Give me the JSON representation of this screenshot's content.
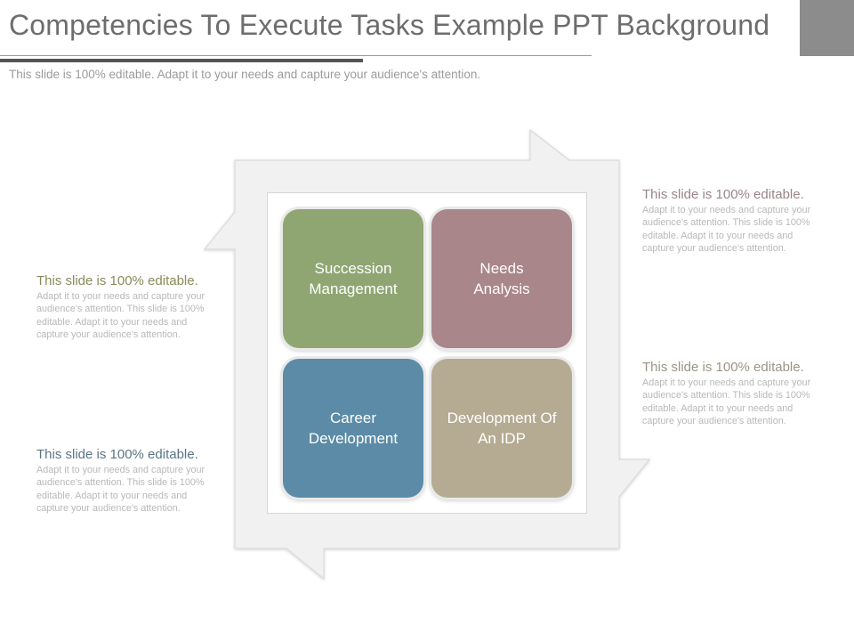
{
  "header": {
    "title": "Competencies To Execute Tasks Example PPT Background",
    "subtitle": "This slide is 100% editable. Adapt it to your needs and capture your audience's attention."
  },
  "tiles": [
    {
      "label": "Succession Management",
      "color": "#8fa673"
    },
    {
      "label": "Needs Analysis",
      "color": "#a98689"
    },
    {
      "label": "Career Development",
      "color": "#5b8ba6"
    },
    {
      "label": "Development Of An IDP",
      "color": "#b5ab93"
    }
  ],
  "notes": [
    {
      "heading": "This slide is 100% editable.",
      "body": "Adapt it to your needs and capture your audience's attention. This slide is 100% editable. Adapt it to your needs and capture your audience's attention.",
      "heading_color": "#8a8a5a"
    },
    {
      "heading": "This slide is 100% editable.",
      "body": "Adapt it to your needs and capture your audience's attention. This slide is 100% editable. Adapt it to your needs and capture your audience's attention.",
      "heading_color": "#5b7585"
    },
    {
      "heading": "This slide is 100% editable.",
      "body": "Adapt it to your needs and capture your audience's attention. This slide is 100% editable. Adapt it to your needs and capture your audience's attention.",
      "heading_color": "#9a8588"
    },
    {
      "heading": "This slide is 100% editable.",
      "body": "Adapt it to your needs and capture your audience's attention. This slide is 100% editable. Adapt it to your needs and capture your audience's attention.",
      "heading_color": "#9a9585"
    }
  ],
  "colors": {
    "frame": "#f1f1f1",
    "frame_edge": "#dadada",
    "accent_box": "#8c8c8c"
  }
}
